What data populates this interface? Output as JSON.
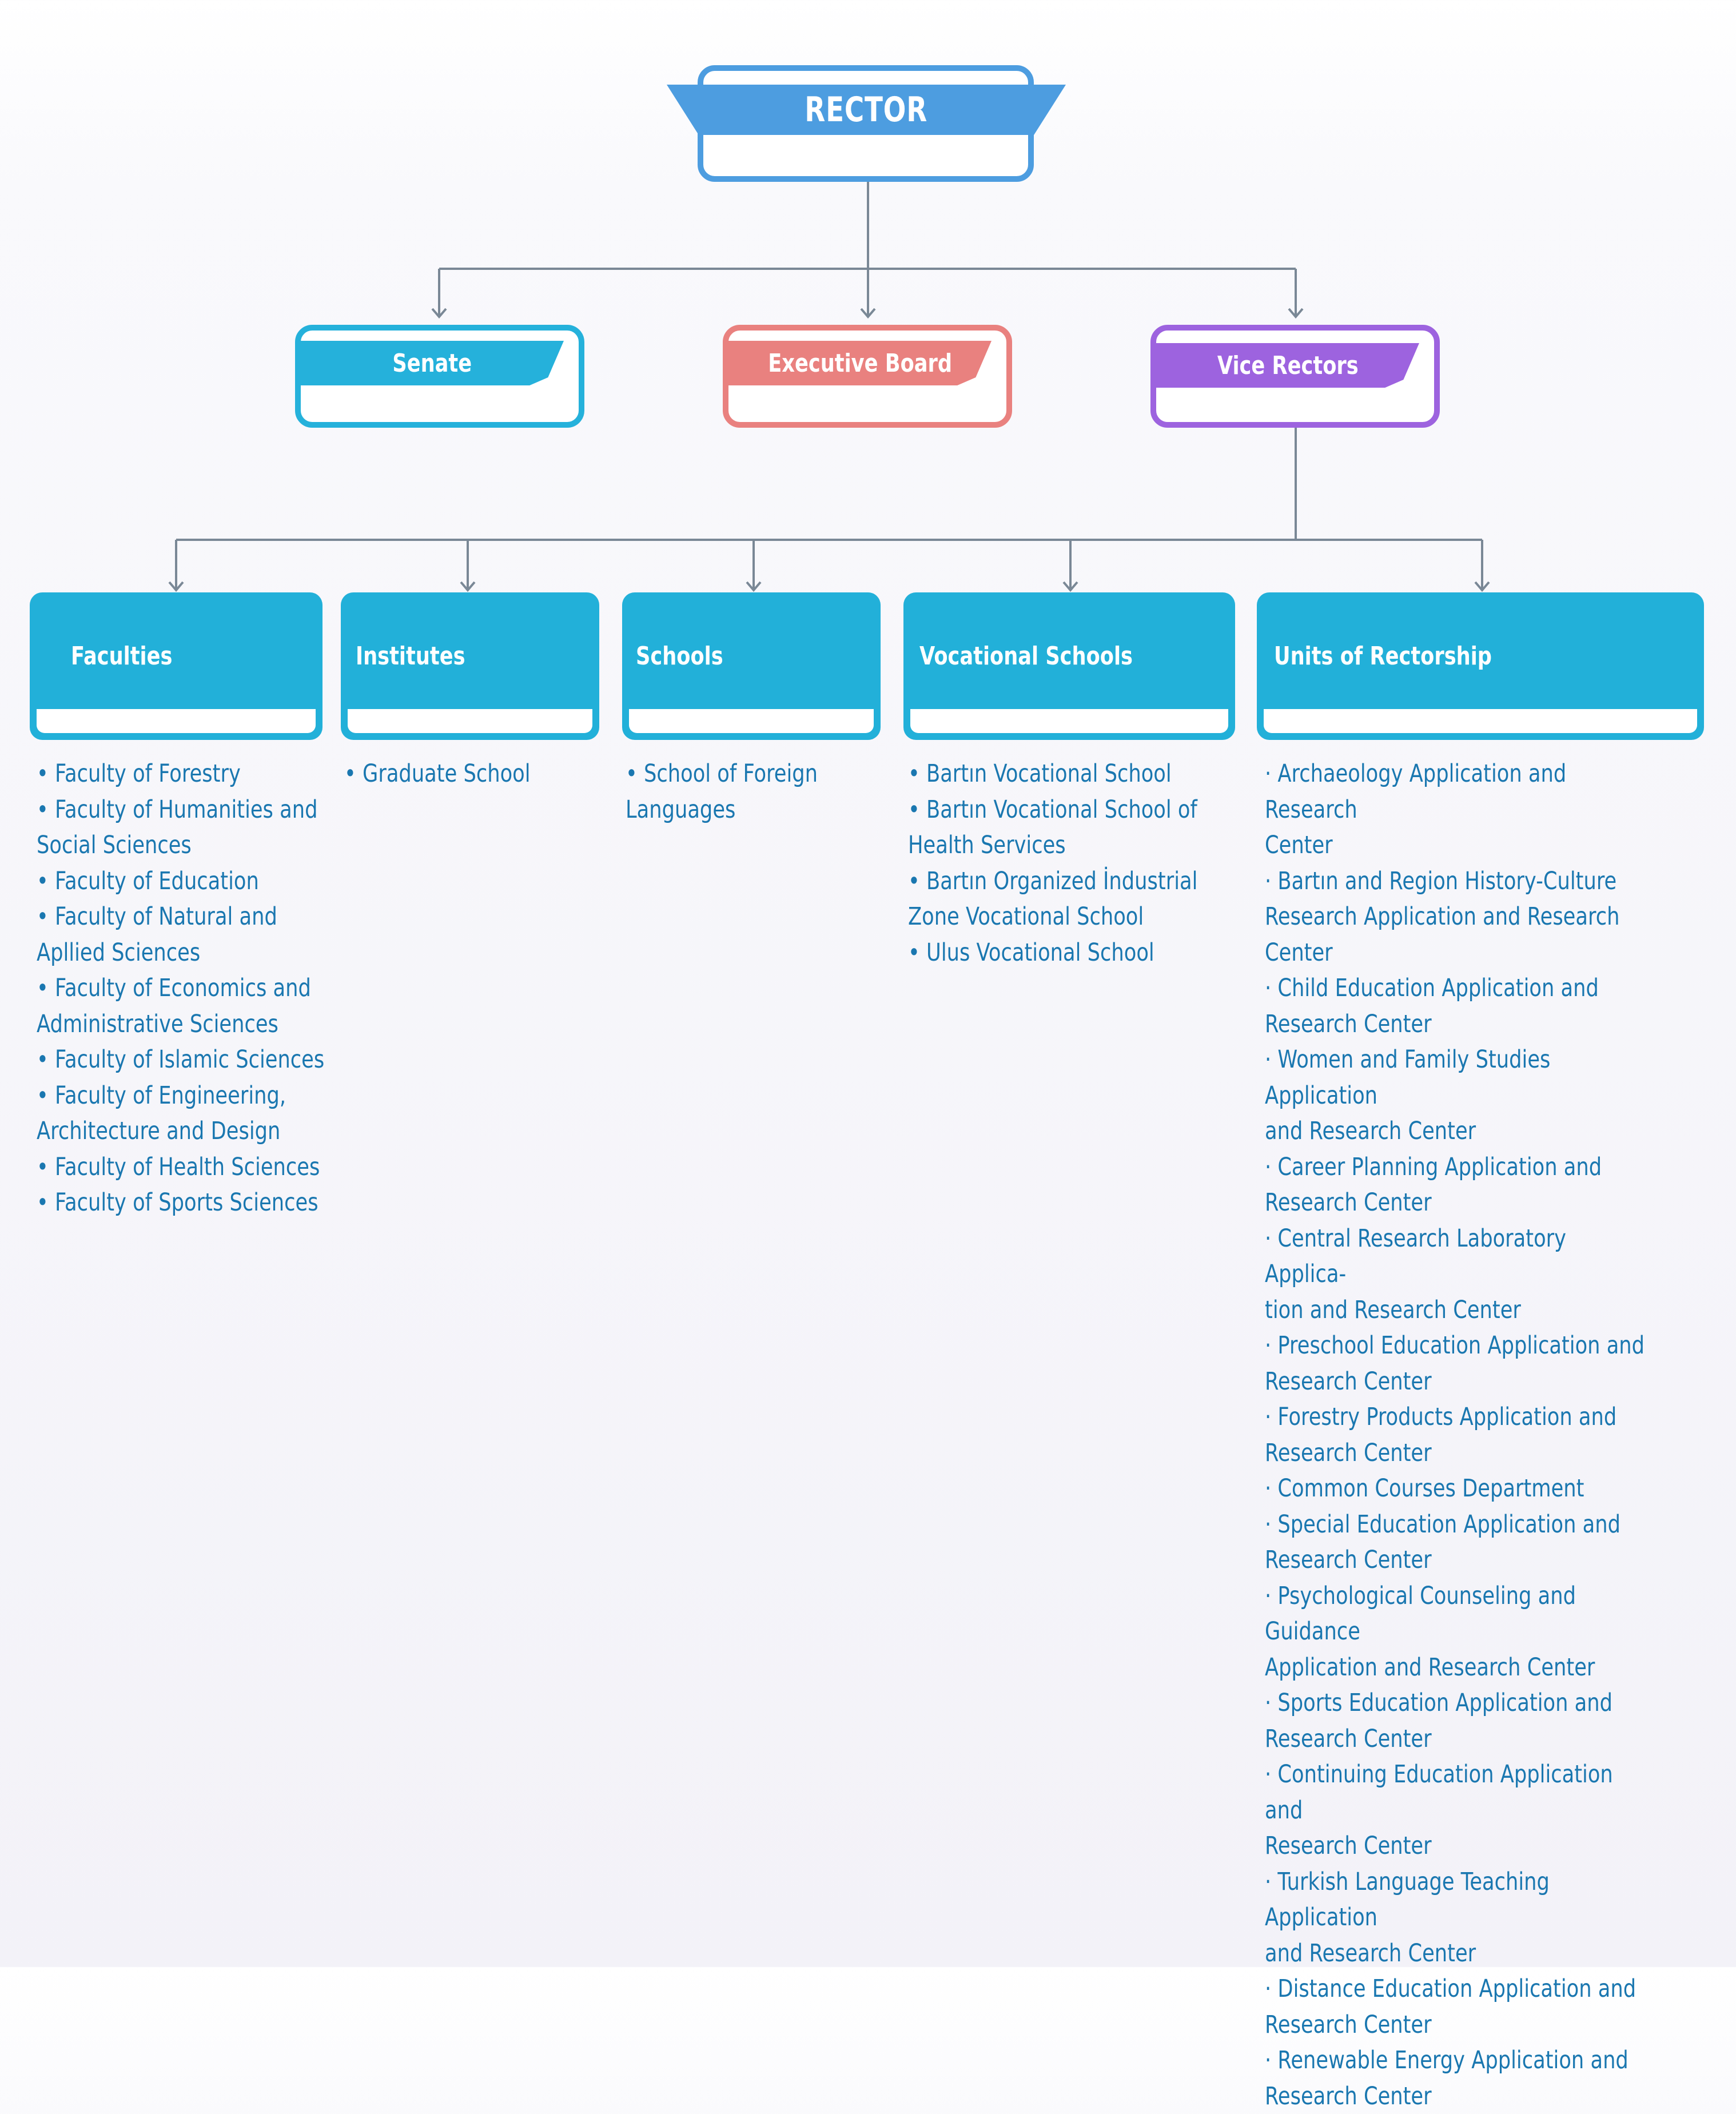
{
  "rector": {
    "label": "RECTOR"
  },
  "level2": [
    {
      "label": "Senate",
      "color": "#25b1db"
    },
    {
      "label": "Executive Board",
      "color": "#e9817f"
    },
    {
      "label": "Vice Rectors",
      "color": "#9d63df"
    }
  ],
  "units": [
    {
      "label": "Faculties",
      "items": [
        "• Faculty of Forestry",
        "• Faculty of Humanities and",
        "Social Sciences",
        "• Faculty of Education",
        "• Faculty of Natural  and",
        "Apllied Sciences",
        "• Faculty of Economics and",
        "Administrative Sciences",
        "• Faculty of Islamic Sciences",
        "• Faculty of Engineering,",
        "Architecture and Design",
        "• Faculty of Health Sciences",
        "• Faculty of Sports Sciences"
      ]
    },
    {
      "label": "Institutes",
      "items": [
        "• Graduate School"
      ]
    },
    {
      "label": "Schools",
      "items": [
        "• School of Foreign",
        "Languages"
      ]
    },
    {
      "label": "Vocational Schools",
      "items": [
        "• Bartın Vocational School",
        "• Bartın Vocational School of",
        "Health Services",
        "• Bartın Organized İndustrial",
        "Zone Vocational School",
        "• Ulus Vocational School"
      ]
    },
    {
      "label": "Units of Rectorship",
      "items": [
        "· Archaeology Application and Research",
        "Center",
        "· Bartın and Region History-Culture",
        "Research Application and Research",
        "Center",
        "· Child Education Application and",
        "Research Center",
        "· Women and Family Studies Application",
        "and Research Center",
        "· Career Planning Application and",
        "Research Center",
        "· Central Research Laboratory Applica-",
        "tion and Research Center",
        "· Preschool Education Application and",
        "Research Center",
        "· Forestry Products Application and",
        "Research Center",
        "· Common Courses Department",
        "· Special Education Application and",
        "Research Center",
        "· Psychological Counseling and Guidance",
        "Application and Research Center",
        "· Sports Education Application and",
        "Research Center",
        "· Continuing Education Application and",
        "Research Center",
        "· Turkish Language Teaching Application",
        "and Research Center",
        "· Distance Education Application and",
        "Research Center",
        "· Renewable Energy Application and",
        "Research Center"
      ]
    }
  ],
  "colors": {
    "connector": "#7a8896",
    "list_text": "#1a77b0",
    "unit_box": "#22b0d9",
    "rector": "#4d9de0"
  }
}
